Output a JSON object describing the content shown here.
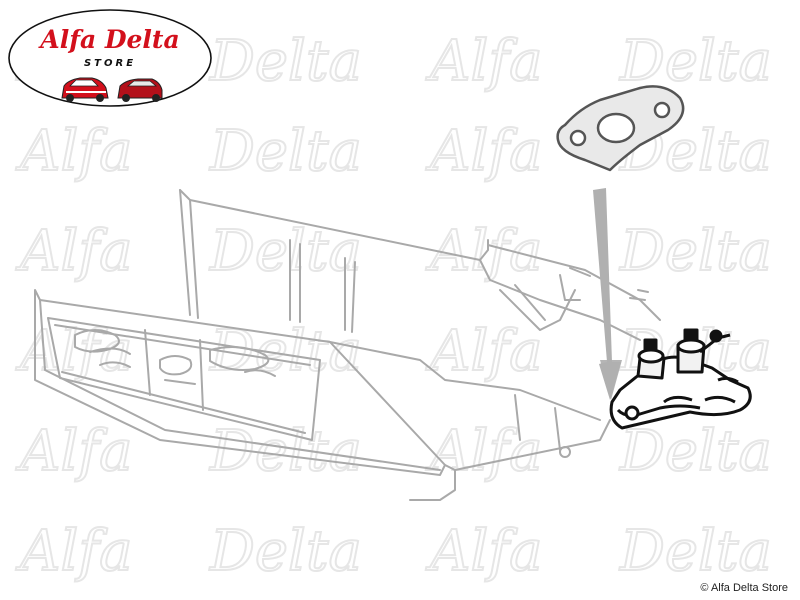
{
  "brand": {
    "logo_title": "Alfa Delta",
    "logo_subtitle": "STORE"
  },
  "watermark": {
    "text_a": "Alfa",
    "text_b": "Delta"
  },
  "copyright": "© Alfa Delta Store",
  "colors": {
    "logo_red": "#d3101c",
    "sketch_grey": "#a9a9a9",
    "part_black": "#111111",
    "arrow_grey": "#b5b5b5"
  },
  "icons": {
    "arrow": "down-arrow-icon"
  }
}
